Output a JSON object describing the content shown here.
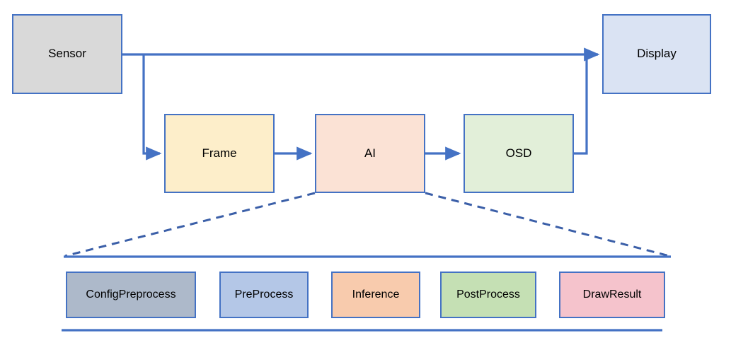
{
  "diagram": {
    "title": "Sensor to Display AI processing pipeline",
    "colors": {
      "edge": "#4472c4",
      "border": "#4472c4",
      "text": "#000000",
      "background": "#ffffff",
      "sensor_fill": "#d9d9d9",
      "display_fill": "#dae3f3",
      "frame_fill": "#fdeeca",
      "ai_fill": "#fbe2d5",
      "osd_fill": "#e2efd9",
      "config_fill": "#adb9ca",
      "preprocess_fill": "#b4c7e7",
      "inference_fill": "#f8cbad",
      "postprocess_fill": "#c5e0b4",
      "drawresult_fill": "#f5c3cc"
    },
    "top_row": [
      {
        "id": "sensor",
        "label": "Sensor"
      },
      {
        "id": "display",
        "label": "Display"
      }
    ],
    "pipeline_row": [
      {
        "id": "frame",
        "label": "Frame"
      },
      {
        "id": "ai",
        "label": "AI"
      },
      {
        "id": "osd",
        "label": "OSD"
      }
    ],
    "ai_detail_row": [
      {
        "id": "config-preprocess",
        "label": "ConfigPreprocess"
      },
      {
        "id": "pre-process",
        "label": "PreProcess"
      },
      {
        "id": "inference",
        "label": "Inference"
      },
      {
        "id": "post-process",
        "label": "PostProcess"
      },
      {
        "id": "draw-result",
        "label": "DrawResult"
      }
    ],
    "connections": [
      {
        "from": "sensor",
        "to": "display",
        "style": "solid",
        "arrow": true
      },
      {
        "from": "sensor",
        "to": "frame",
        "style": "solid",
        "arrow": true
      },
      {
        "from": "frame",
        "to": "ai",
        "style": "solid",
        "arrow": true
      },
      {
        "from": "ai",
        "to": "osd",
        "style": "solid",
        "arrow": true
      },
      {
        "from": "osd",
        "to": "display",
        "style": "solid",
        "arrow": true
      },
      {
        "from": "ai",
        "to": "ai-detail-group",
        "style": "dashed",
        "arrow": false
      }
    ]
  }
}
